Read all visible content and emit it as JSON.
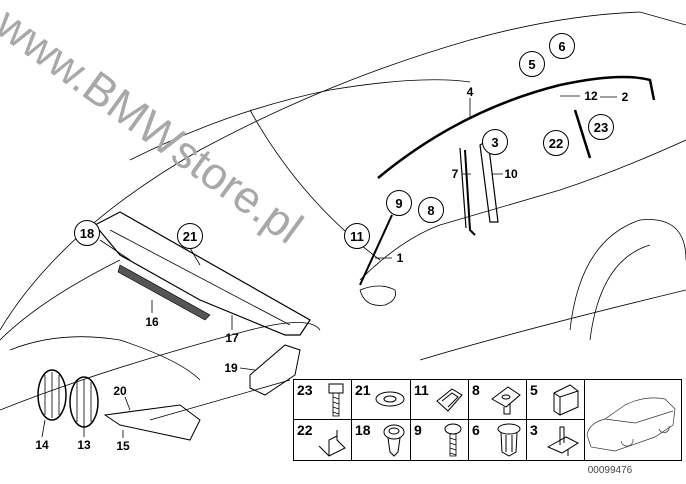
{
  "watermark": "www.BMWstore.pl",
  "callouts": {
    "c1": "1",
    "c2": "2",
    "c3": "3",
    "c4": "4",
    "c5": "5",
    "c6": "6",
    "c7": "7",
    "c8": "8",
    "c9": "9",
    "c10": "10",
    "c11": "11",
    "c12": "12",
    "c13": "13",
    "c14": "14",
    "c15": "15",
    "c16": "16",
    "c17": "17",
    "c18": "18",
    "c19": "19",
    "c20": "20",
    "c21": "21",
    "c22": "22",
    "c23": "23"
  },
  "parts_table": {
    "row1": [
      "23",
      "21",
      "11",
      "8",
      "5"
    ],
    "row2": [
      "22",
      "18",
      "9",
      "6",
      "3"
    ]
  },
  "diagram_number": "00099476"
}
